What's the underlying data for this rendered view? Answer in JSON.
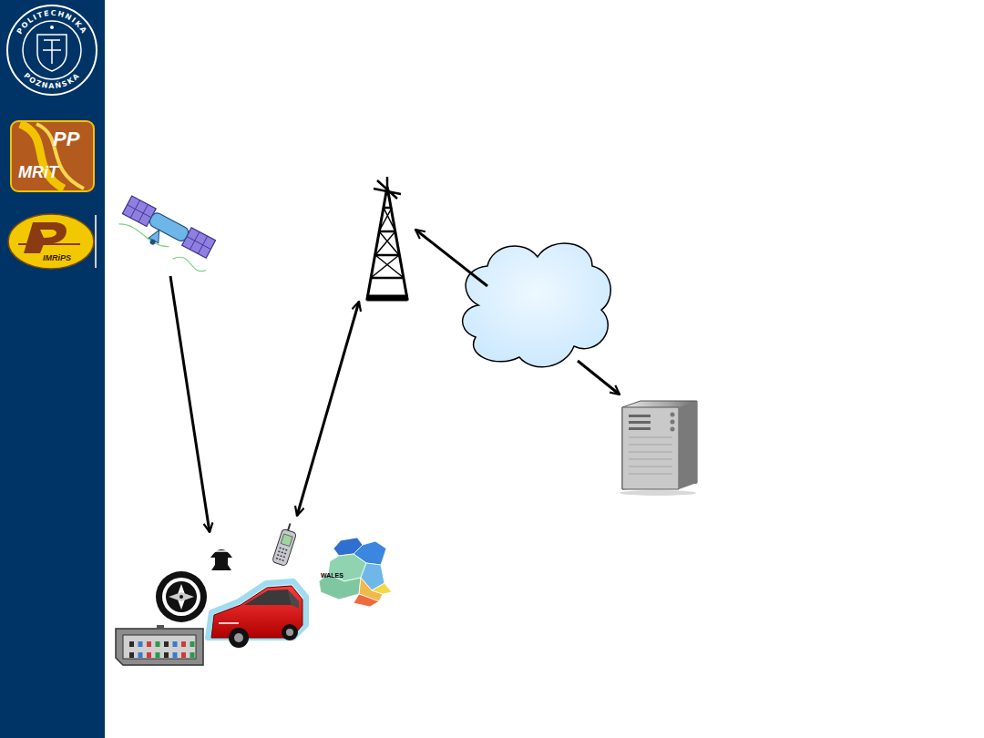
{
  "diagram": {
    "labels": [
      "POLITECHNIKA",
      "POZNAŃSKA",
      "PP",
      "MRiT",
      "IMRiPS",
      "WALES"
    ]
  }
}
